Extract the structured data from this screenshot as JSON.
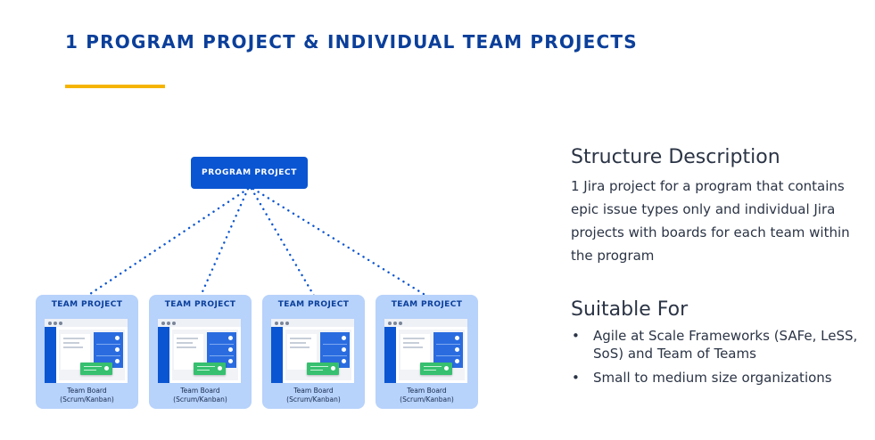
{
  "header": {
    "title": "1 PROGRAM PROJECT & INDIVIDUAL TEAM PROJECTS",
    "accent_color": "#f5b400"
  },
  "diagram": {
    "program_project": {
      "label": "PROGRAM PROJECT",
      "color": "#0a55d1"
    },
    "connector_style": "dotted",
    "team_projects": [
      {
        "label": "TEAM PROJECT",
        "caption_line1": "Team Board",
        "caption_line2": "(Scrum/Kanban)"
      },
      {
        "label": "TEAM PROJECT",
        "caption_line1": "Team Board",
        "caption_line2": "(Scrum/Kanban)"
      },
      {
        "label": "TEAM PROJECT",
        "caption_line1": "Team Board",
        "caption_line2": "(Scrum/Kanban)"
      },
      {
        "label": "TEAM PROJECT",
        "caption_line1": "Team Board",
        "caption_line2": "(Scrum/Kanban)"
      }
    ],
    "team_card_color": "#b7d2fb"
  },
  "structure": {
    "heading": "Structure Description",
    "body": "1 Jira project for a program that contains epic issue types only and individual Jira projects with boards for each team within the program"
  },
  "suitable": {
    "heading": "Suitable For",
    "items": [
      "Agile at Scale Frameworks (SAFe, LeSS, SoS) and Team of Teams",
      "Small to medium size organizations"
    ]
  }
}
